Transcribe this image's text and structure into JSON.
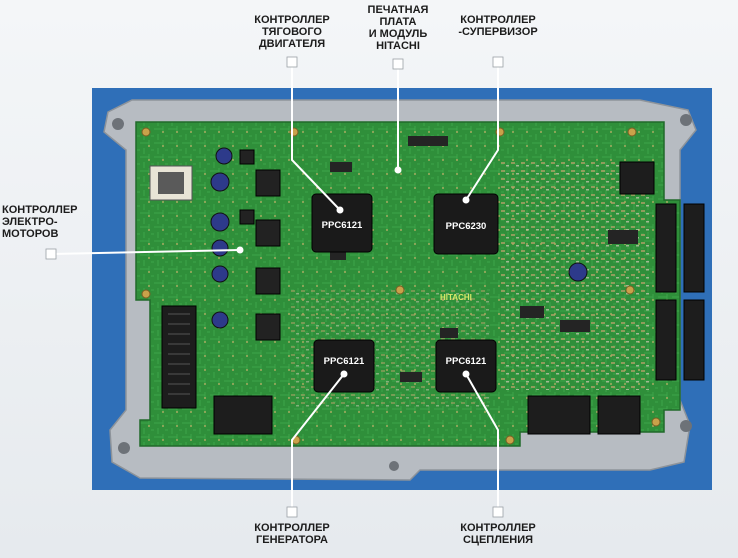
{
  "labels": {
    "traction_motor": "КОНТРОЛЛЕР\nТЯГОВОГО\nДВИГАТЕЛЯ",
    "pcb_hitachi": "ПЕЧАТНАЯ\nПЛАТА\nИ МОДУЛЬ\nHITACHI",
    "supervisor": "КОНТРОЛЛЕР\n-СУПЕРВИЗОР",
    "electric_motors": "КОНТРОЛЛЕР\nЭЛЕКТРО-\nМОТОРОВ",
    "generator": "КОНТРОЛЛЕР\nГЕНЕРАТОРА",
    "clutch": "КОНТРОЛЛЕР\nСЦЕПЛЕНИЯ"
  },
  "chips": {
    "traction": "PPC6121",
    "supervisor": "PPC6230",
    "generator": "PPC6121",
    "clutch": "PPC6121"
  },
  "board_marking": "HITACHI",
  "colors": {
    "frame": "#2f6fb8",
    "board": "#2f8f3a",
    "chip": "#1a1a1a",
    "leader": "#ffffff"
  }
}
